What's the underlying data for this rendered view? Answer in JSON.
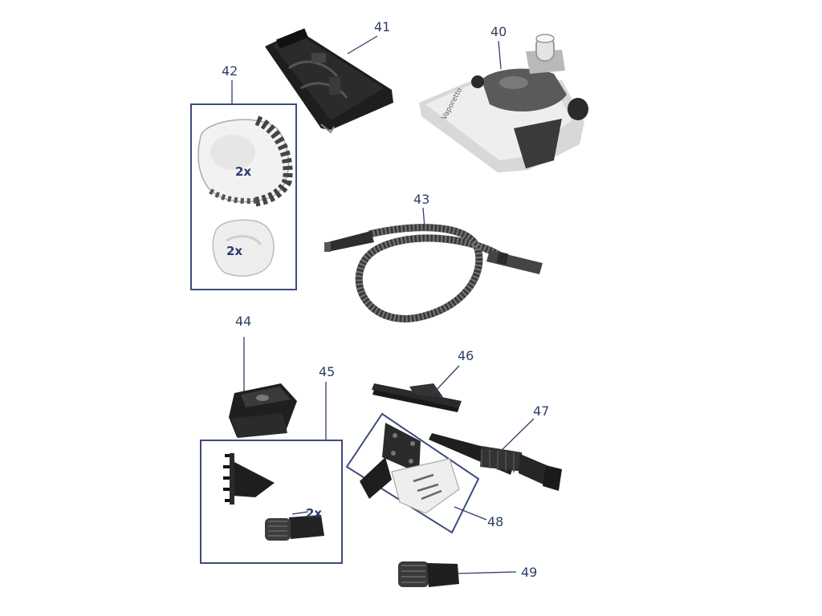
{
  "parts": [
    {
      "number": "40",
      "name": "floor-head"
    },
    {
      "number": "41",
      "name": "mop-plate"
    },
    {
      "number": "42",
      "name": "cloths",
      "quantity": "2x",
      "quantity2": "2x"
    },
    {
      "number": "43",
      "name": "flexible-hose"
    },
    {
      "number": "44",
      "name": "holder"
    },
    {
      "number": "45",
      "name": "brush-set",
      "quantity": "2x"
    },
    {
      "number": "46",
      "name": "squeegee"
    },
    {
      "number": "47",
      "name": "jet-nozzle"
    },
    {
      "number": "48",
      "name": "wall-bracket"
    },
    {
      "number": "49",
      "name": "round-brush"
    }
  ],
  "colors": {
    "label": "#2e3f66",
    "box": "#3d4c7a"
  }
}
